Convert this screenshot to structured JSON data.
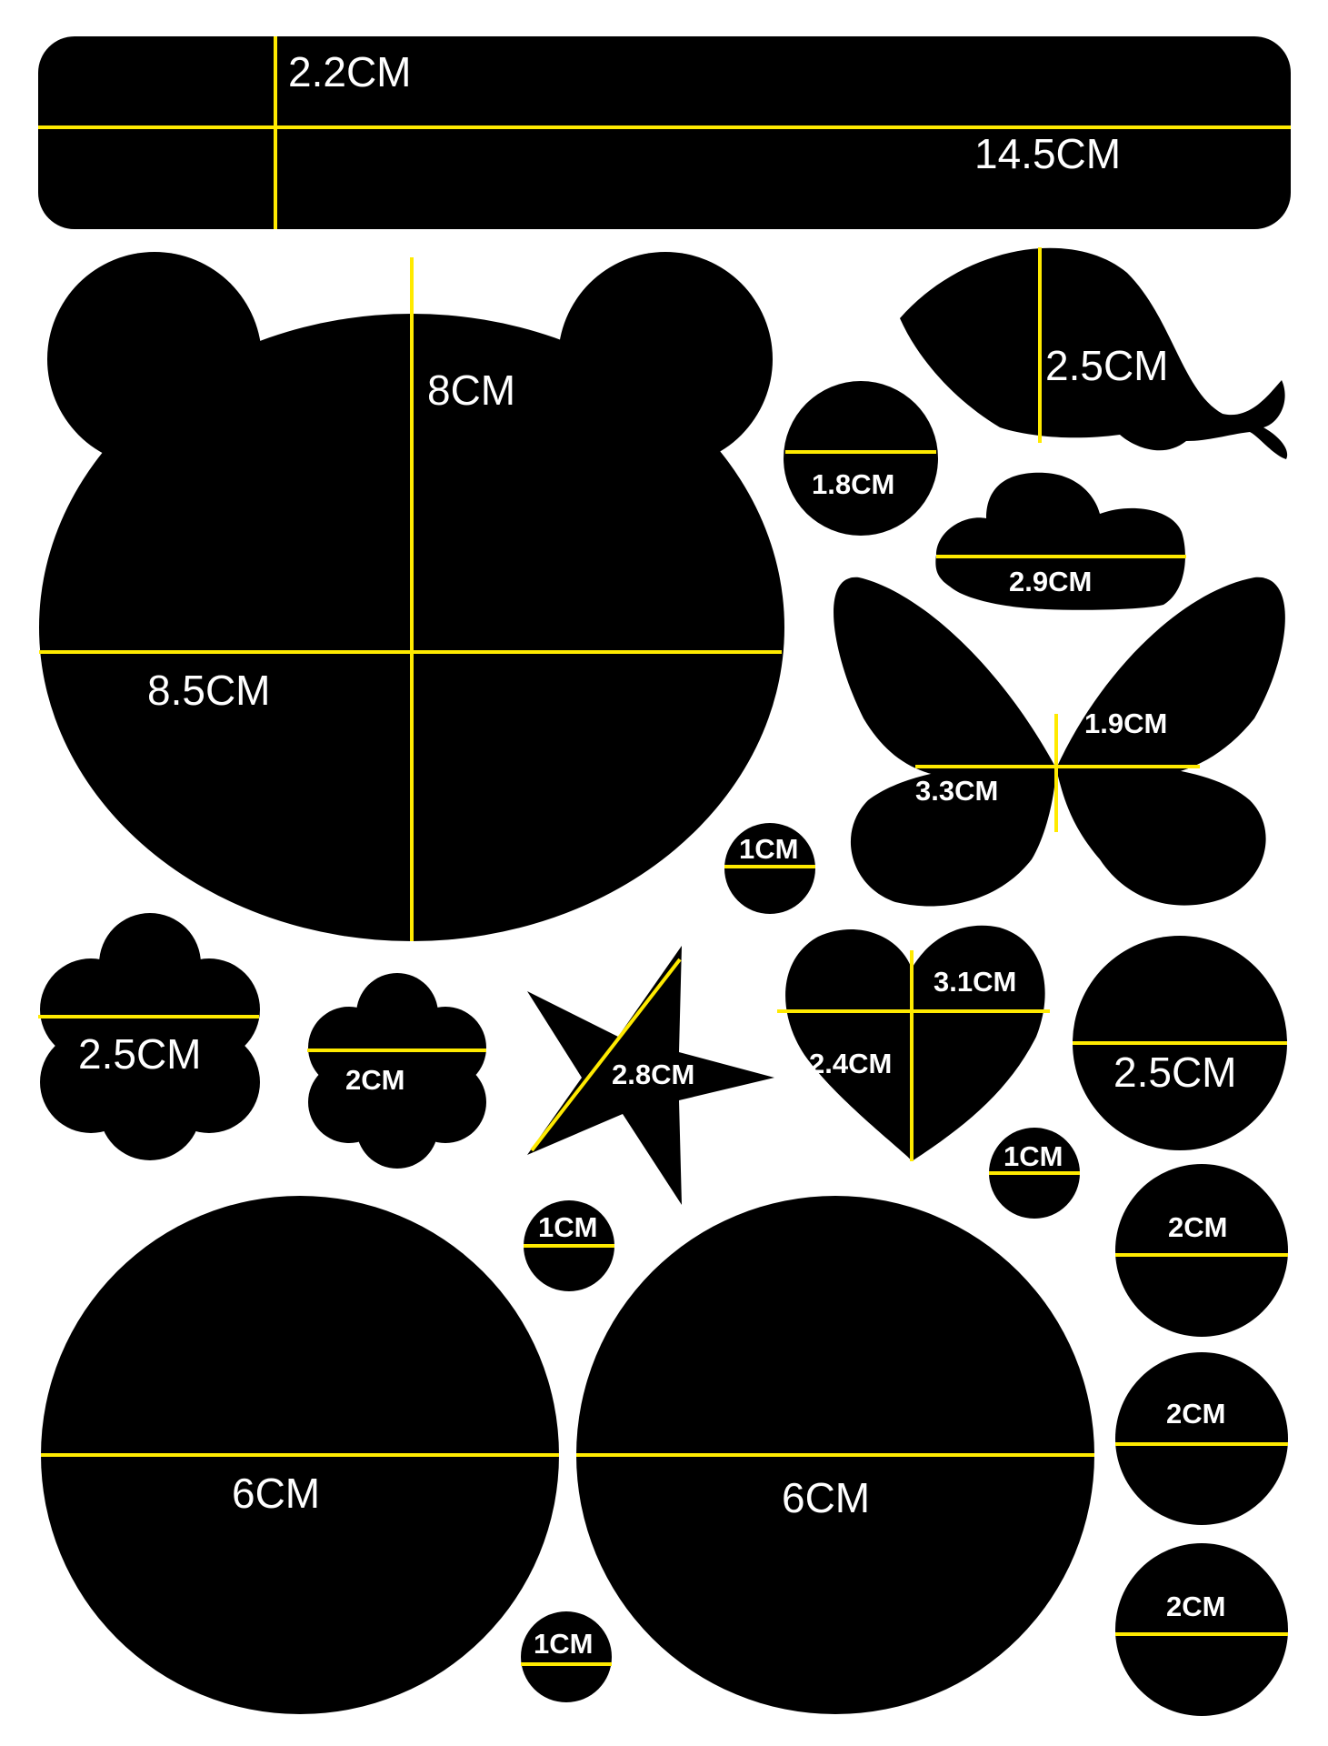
{
  "colors": {
    "shape": "#000000",
    "measure_line": "#ffea00",
    "label": "#ffffff",
    "background": "#ffffff"
  },
  "shapes": {
    "strip": {
      "height_label": "2.2CM",
      "width_label": "14.5CM"
    },
    "bear_head": {
      "height_label": "8CM",
      "width_label": "8.5CM"
    },
    "whale": {
      "label": "2.5CM"
    },
    "circle_small_top": {
      "label": "1.8CM"
    },
    "cloud": {
      "label": "2.9CM"
    },
    "butterfly": {
      "height_label": "1.9CM",
      "width_label": "3.3CM"
    },
    "circle_tiny_mid": {
      "label": "1CM"
    },
    "flower_large": {
      "label": "2.5CM"
    },
    "flower_small": {
      "label": "2CM"
    },
    "star": {
      "label": "2.8CM"
    },
    "heart": {
      "width_label": "3.1CM",
      "height_label": "2.4CM"
    },
    "circle_right_top": {
      "label": "2.5CM"
    },
    "circle_tiny_heart": {
      "label": "1CM"
    },
    "circle_tiny_star": {
      "label": "1CM"
    },
    "circle_right_1": {
      "label": "2CM"
    },
    "circle_right_2": {
      "label": "2CM"
    },
    "circle_right_3": {
      "label": "2CM"
    },
    "circle_big_left": {
      "label": "6CM"
    },
    "circle_big_right": {
      "label": "6CM"
    },
    "circle_tiny_bottom": {
      "label": "1CM"
    }
  }
}
